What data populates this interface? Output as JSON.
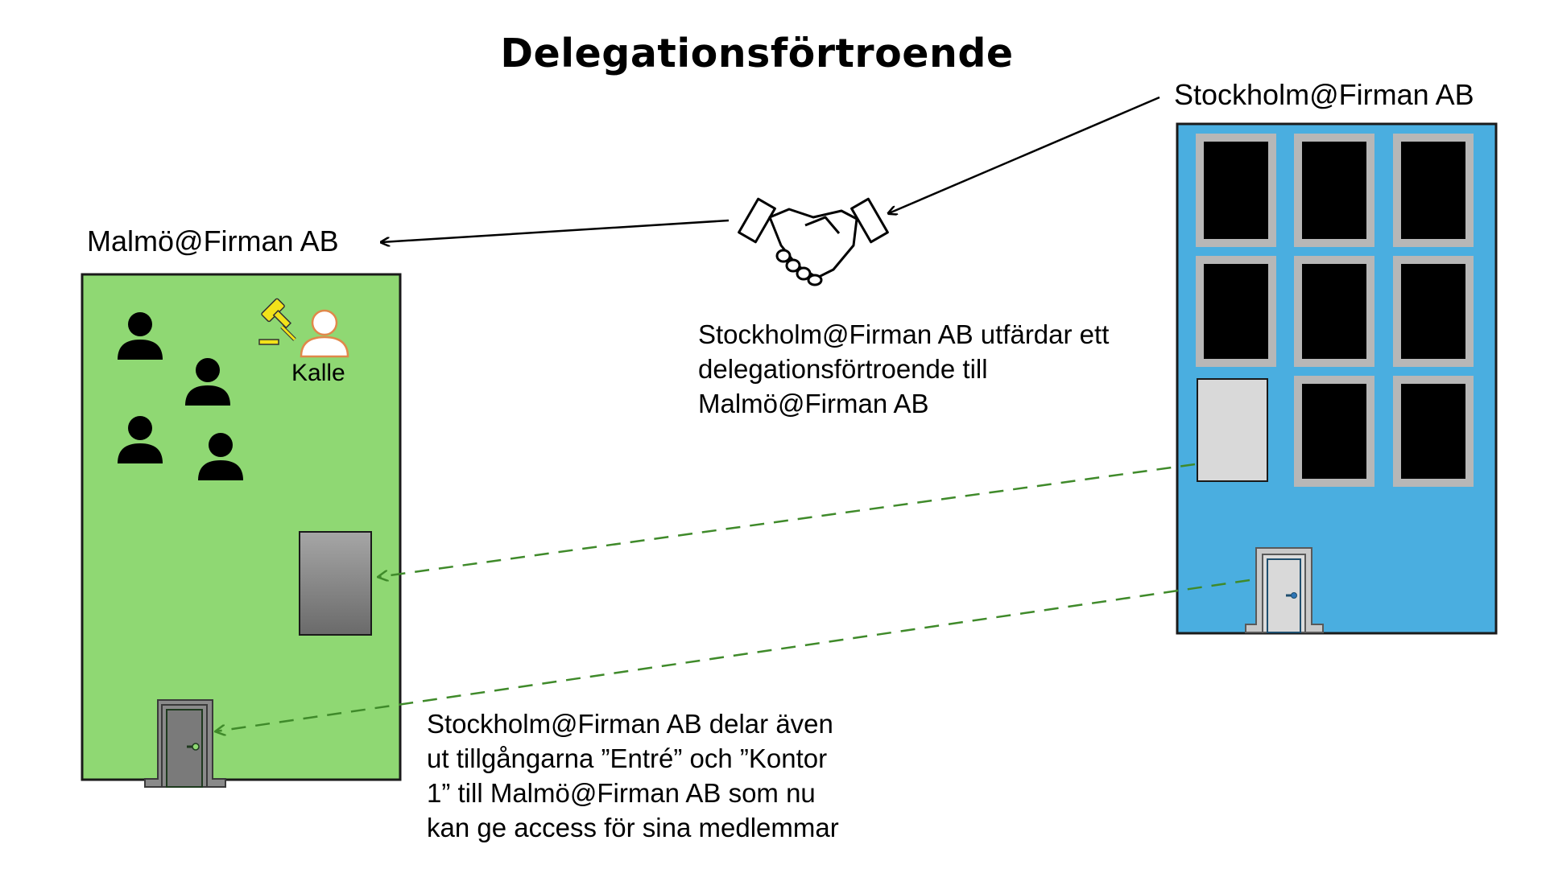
{
  "title": "Delegationsförtroende",
  "organizations": {
    "malmo": {
      "label": "Malmö@Firman AB",
      "color": "#8fd873"
    },
    "stockholm": {
      "label": "Stockholm@Firman AB",
      "color": "#4aaee0"
    }
  },
  "admin_user": {
    "name": "Kalle"
  },
  "descriptions": {
    "trust": [
      "Stockholm@Firman AB utfärdar ett",
      "delegationsförtroende till",
      "Malmö@Firman AB"
    ],
    "sharing": [
      "Stockholm@Firman AB delar även",
      "ut tillgångarna ”Entré” och ”Kontor",
      "1” till Malmö@Firman AB som nu",
      "kan ge access för sina medlemmar"
    ]
  },
  "icons": {
    "handshake": "handshake-icon",
    "gavel": "gavel-icon",
    "user": "user-icon",
    "door": "door-icon",
    "office": "office-icon"
  },
  "colors": {
    "dashed_arrow": "#3f8a2a",
    "gavel": "#f2e21a"
  }
}
